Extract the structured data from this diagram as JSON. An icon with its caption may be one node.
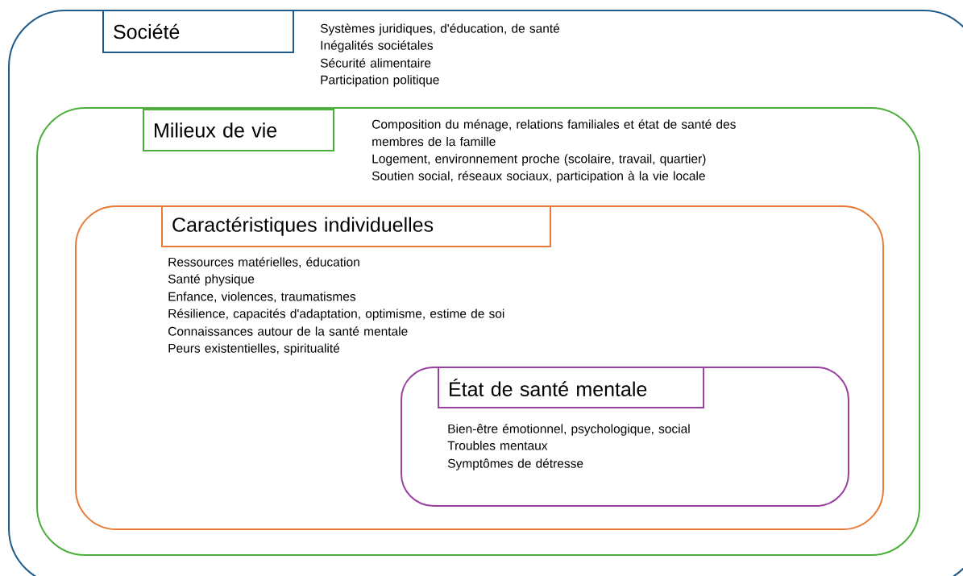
{
  "diagram": {
    "nodes": [
      {
        "text": [
          "Systèmes juridiques, d'éducation, de santé",
          "Inégalités sociétales",
          "Sécurité alimentaire",
          "Participation politique"
        ]
      },
      {
        "text": [
          "Société"
        ],
        "in": 0
      },
      {
        "text": [
          "Composition du ménage, relations familiales et état de santé des membres de la famille",
          "Logement, environnement proche (scolaire, travail, quartier)",
          "Soutien social, réseaux sociaux, participation à la vie locale"
        ],
        "in": 0
      },
      {
        "text": [
          "Milieux de vie"
        ],
        "in": 2
      },
      {
        "text": [
          "Ressources matérielles, éducation",
          "Santé physique",
          "Enfance, violences, traumatismes",
          "Résilience, capacités d'adaptation, optimisme, estime de soi",
          "Connaissances autour de la santé mentale",
          "Peurs existentielles, spiritualité"
        ],
        "in": 2
      },
      {
        "text": [
          "Caractéristiques individuelles"
        ],
        "in": 4
      },
      {
        "text": [
          "Bien-être émotionnel, psychologique, social",
          "Troubles mentaux",
          "Symptômes de détresse"
        ],
        "in": 4
      },
      {
        "text": [
          "État de santé mentale"
        ],
        "in": 6
      }
    ]
  }
}
